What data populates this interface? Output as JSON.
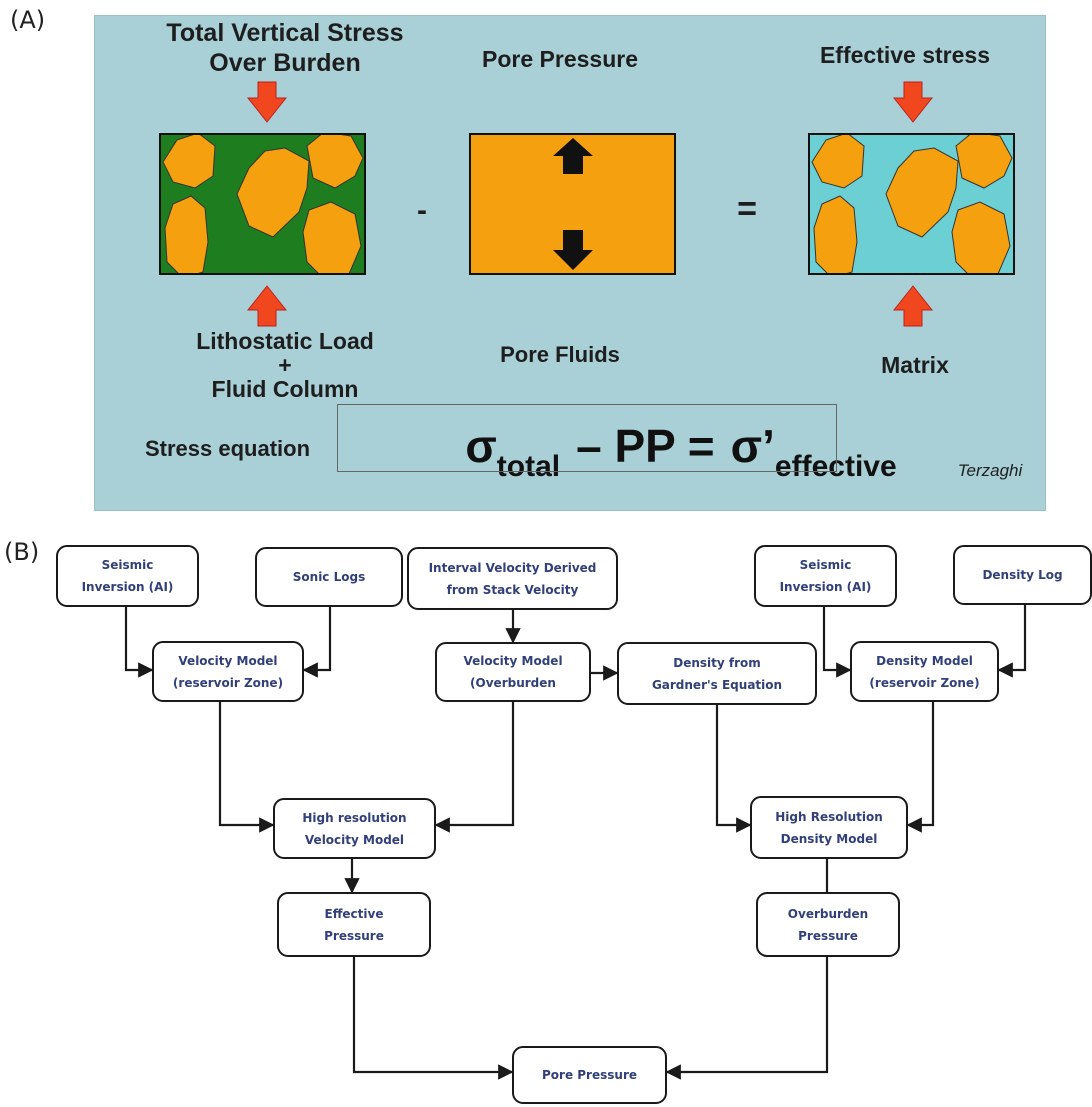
{
  "panel_labels": {
    "a": "(A)",
    "b": "(B)"
  },
  "panel_a": {
    "left_top": [
      "Total Vertical Stress",
      "Over Burden"
    ],
    "middle_top": "Pore  Pressure",
    "right_top": "Effective stress",
    "left_bottom": [
      "Lithostatic Load",
      "+",
      "Fluid Column"
    ],
    "middle_bottom": "Pore Fluids",
    "right_bottom": "Matrix",
    "minus_sign": "-",
    "equals_sign": "=",
    "stress_label": "Stress equation",
    "equation": {
      "sigma": "σ",
      "total_sub": "total",
      "minus": "– PP =",
      "sigma_prime": "σ’",
      "effective_sub": "effective"
    },
    "credit": "Terzaghi",
    "colors": {
      "background": "#a9d0d6",
      "grain": "#f5a00e",
      "matrix_green": "#1e7d1e",
      "matrix_cyan": "#6bcfd4",
      "arrow_red": "#f0471f",
      "arrow_black": "#111111"
    }
  },
  "flowchart": {
    "nodes": {
      "seismic_left": "Seismic\nInversion (AI)",
      "sonic": "Sonic Logs",
      "interval_velocity": "Interval Velocity Derived\nfrom Stack Velocity",
      "seismic_right": "Seismic\nInversion (AI)",
      "density_log": "Density Log",
      "velocity_reservoir": "Velocity Model\n(reservoir Zone)",
      "velocity_overburden": "Velocity Model\n(Overburden",
      "gardner": "Density from\nGardner's Equation",
      "density_reservoir": "Density Model\n(reservoir Zone)",
      "hr_velocity": "High resolution\nVelocity Model",
      "hr_density": "High Resolution\nDensity Model",
      "effective_pressure": "Effective\nPressure",
      "overburden_pressure": "Overburden\nPressure",
      "pore_pressure": "Pore Pressure"
    },
    "colors": {
      "text": "#31407a",
      "border": "#1a1a1a"
    }
  }
}
